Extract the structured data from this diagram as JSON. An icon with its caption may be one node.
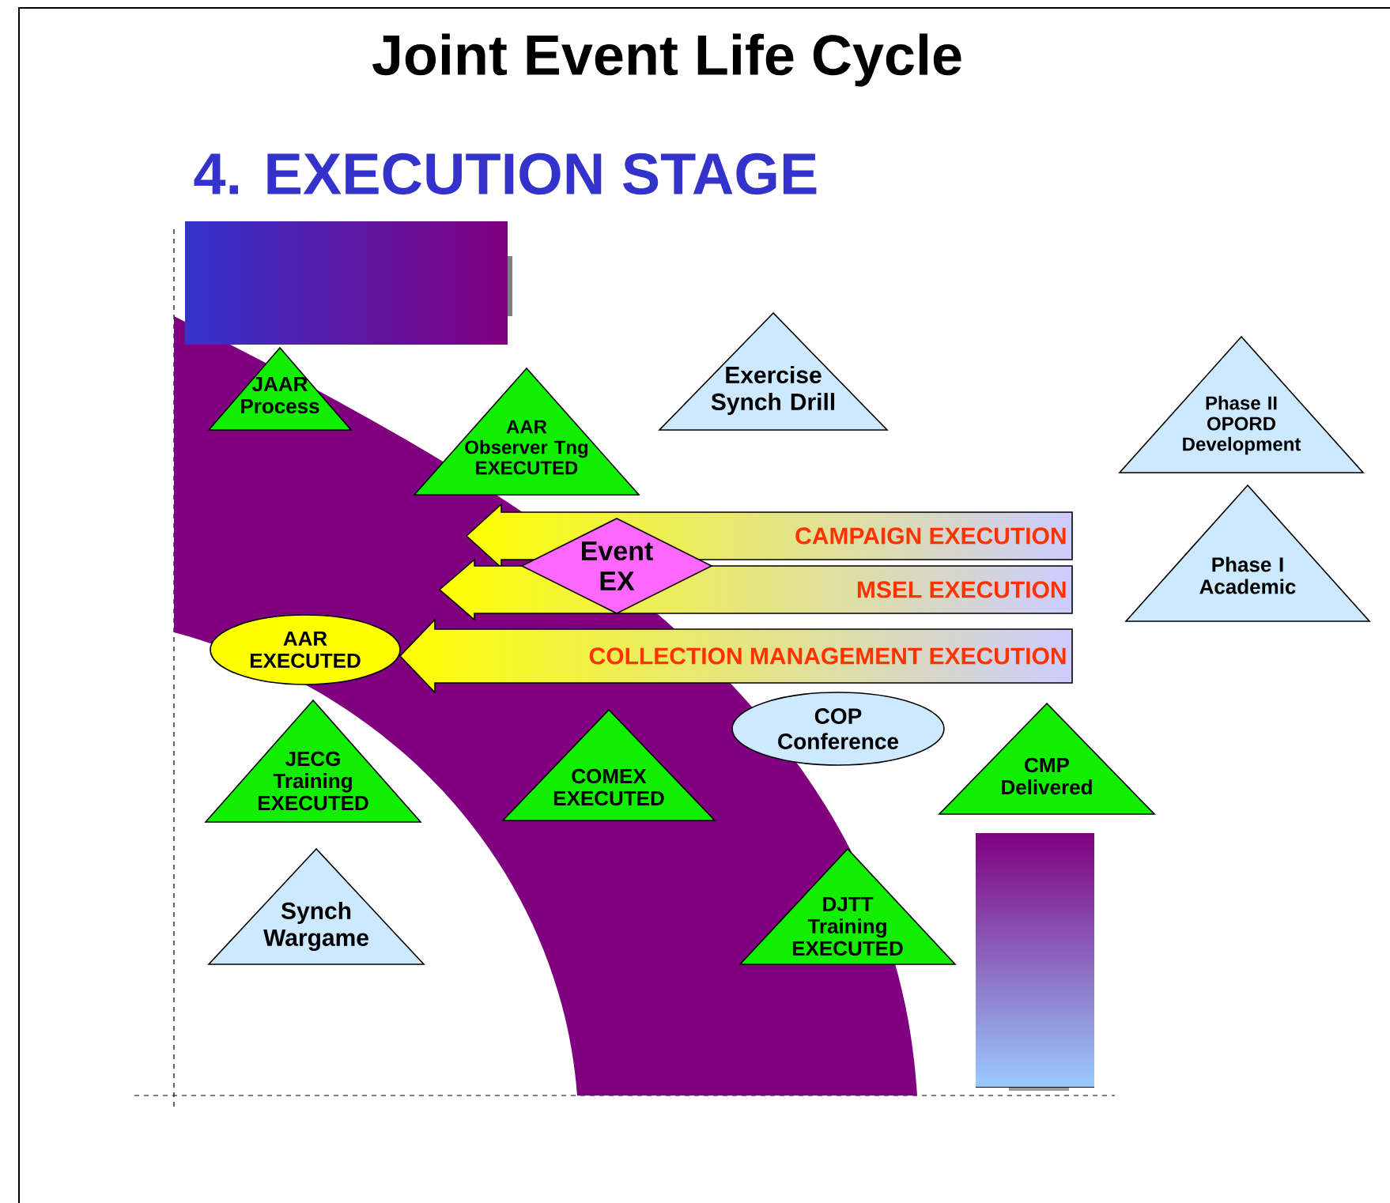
{
  "diagram": {
    "title": "Joint Event Life Cycle",
    "nodes": [
      {
        "text": [
          "JAAR Process"
        ]
      },
      {
        "text": [
          "AAR Observer Tng EXECUTED"
        ]
      },
      {
        "text": [
          "Exercise Synch Drill"
        ]
      },
      {
        "text": [
          "Phase II OPORD Development"
        ]
      },
      {
        "text": [
          "CAMPAIGN EXECUTION"
        ]
      },
      {
        "text": [
          "Event EX"
        ]
      },
      {
        "text": [
          "Phase I Academic"
        ]
      },
      {
        "text": [
          "MSEL EXECUTION"
        ]
      },
      {
        "text": [
          "AAR EXECUTED"
        ]
      },
      {
        "text": [
          "COLLECTION MANAGEMENT EXECUTION"
        ]
      },
      {
        "text": [
          "COP Conference"
        ]
      },
      {
        "text": [
          "JECG Training EXECUTED"
        ]
      },
      {
        "text": [
          "COMEX EXECUTED"
        ]
      },
      {
        "text": [
          "CMP Delivered"
        ]
      },
      {
        "text": [
          "Synch Wargame"
        ]
      },
      {
        "text": [
          "DJTT Training EXECUTED"
        ]
      }
    ],
    "labels": [
      "4. EXECUTION STAGE"
    ]
  }
}
